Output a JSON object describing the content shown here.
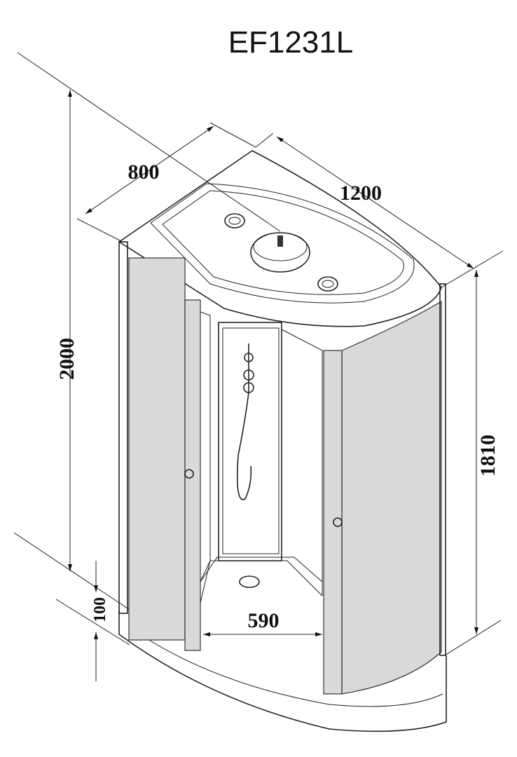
{
  "title": "EF1231L",
  "dimensions": {
    "depth": "800",
    "width": "1200",
    "total_height": "2000",
    "cabin_height": "1810",
    "tray_height": "100",
    "door_opening": "590"
  },
  "colors": {
    "line": "#222222",
    "glass": "#d9d9d9"
  }
}
